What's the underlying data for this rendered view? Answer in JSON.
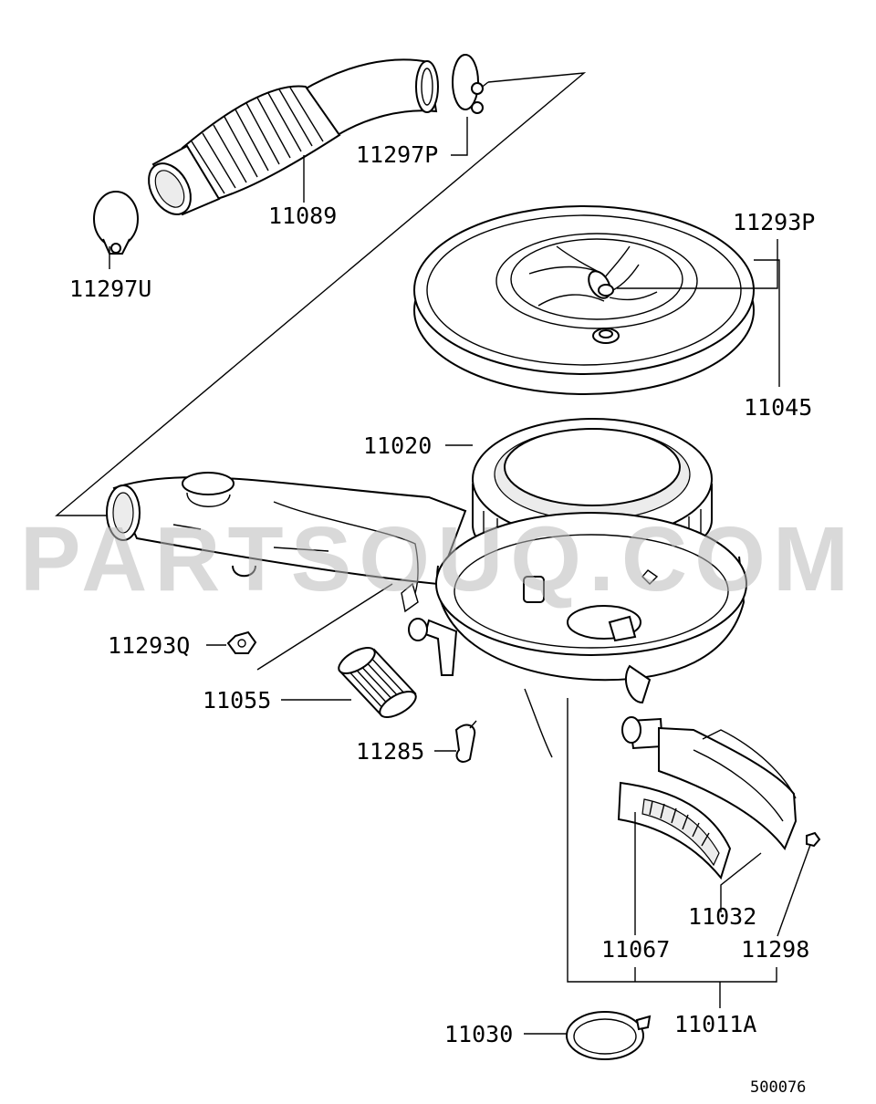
{
  "watermark": "PARTSOUQ.COM",
  "diagram_code": "500076",
  "part_labels": {
    "p11297P": "11297P",
    "p11089": "11089",
    "p11297U": "11297U",
    "p11293P": "11293P",
    "p11045": "11045",
    "p11020": "11020",
    "p11293Q": "11293Q",
    "p11055": "11055",
    "p11285": "11285",
    "p11032": "11032",
    "p11067": "11067",
    "p11298": "11298",
    "p11011A": "11011A",
    "p11030": "11030"
  }
}
